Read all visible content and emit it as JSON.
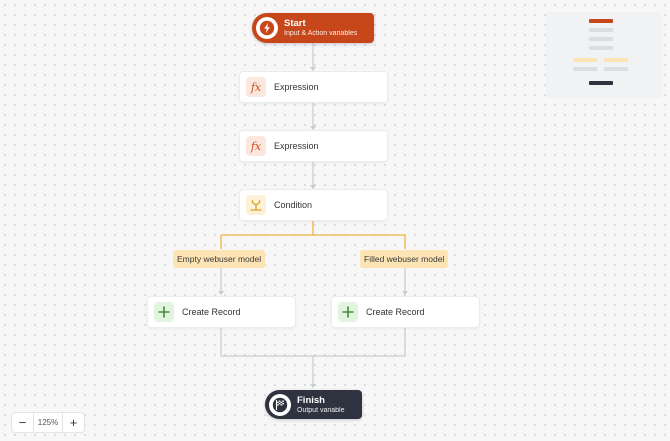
{
  "start": {
    "title": "Start",
    "subtitle": "Input & Action variables"
  },
  "nodes": {
    "expression_1": "Expression",
    "expression_2": "Expression",
    "condition": "Condition",
    "create_record_left": "Create Record",
    "create_record_right": "Create Record"
  },
  "branches": {
    "left": "Empty webuser model",
    "right": "Filled webuser model"
  },
  "finish": {
    "title": "Finish",
    "subtitle": "Output variable"
  },
  "zoom": {
    "minus": "−",
    "value": "125%",
    "plus": "+"
  },
  "colors": {
    "start": "#c8471a",
    "finish": "#2f3340",
    "branch_line": "#f1b43a",
    "branch_label_bg": "#fce4b4",
    "edge": "#c9cbd1",
    "create_icon": "#3f8f3a"
  },
  "icons": {
    "start": "lightning-icon",
    "expression": "function-fx-icon",
    "condition": "branch-icon",
    "create_record": "plus-icon",
    "finish": "checkered-flag-icon"
  }
}
